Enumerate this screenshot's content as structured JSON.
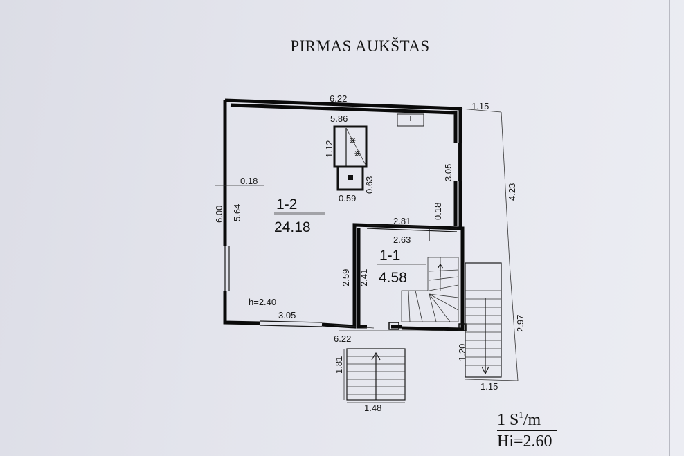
{
  "title": "PIRMAS AUKŠTAS",
  "rooms": [
    {
      "id": "1-2",
      "area": "24.18"
    },
    {
      "id": "1-1",
      "area": "4.58"
    }
  ],
  "dimensions": {
    "top_outer_width": "6.22",
    "top_inner_width": "5.86",
    "right_offset": "1.15",
    "right_total_height": "4.23",
    "left_outer_height": "6.00",
    "left_inner_height": "5.64",
    "wall_thickness_left": "0.18",
    "wall_thickness_right": "0.18",
    "right_wall_segment": "3.05",
    "chimney_height": "1.12",
    "chimney_inner": "0.63",
    "chimney_width": "0.59",
    "partition_width_outer": "2.81",
    "partition_width_inner": "2.63",
    "partition_height_outer": "2.59",
    "partition_height_inner": "2.41",
    "ceiling_height": "h=2.40",
    "bottom_segment": "3.05",
    "bottom_outer_width": "6.22",
    "front_stair_depth": "1.81",
    "front_stair_width": "1.48",
    "side_stair_total": "2.97",
    "side_stair_landing": "1.20",
    "side_stair_width": "1.15"
  },
  "scale": {
    "line1_prefix": "1  S",
    "line1_sup": "1",
    "line1_suffix": "/m",
    "line2": "Hi=2.60"
  }
}
